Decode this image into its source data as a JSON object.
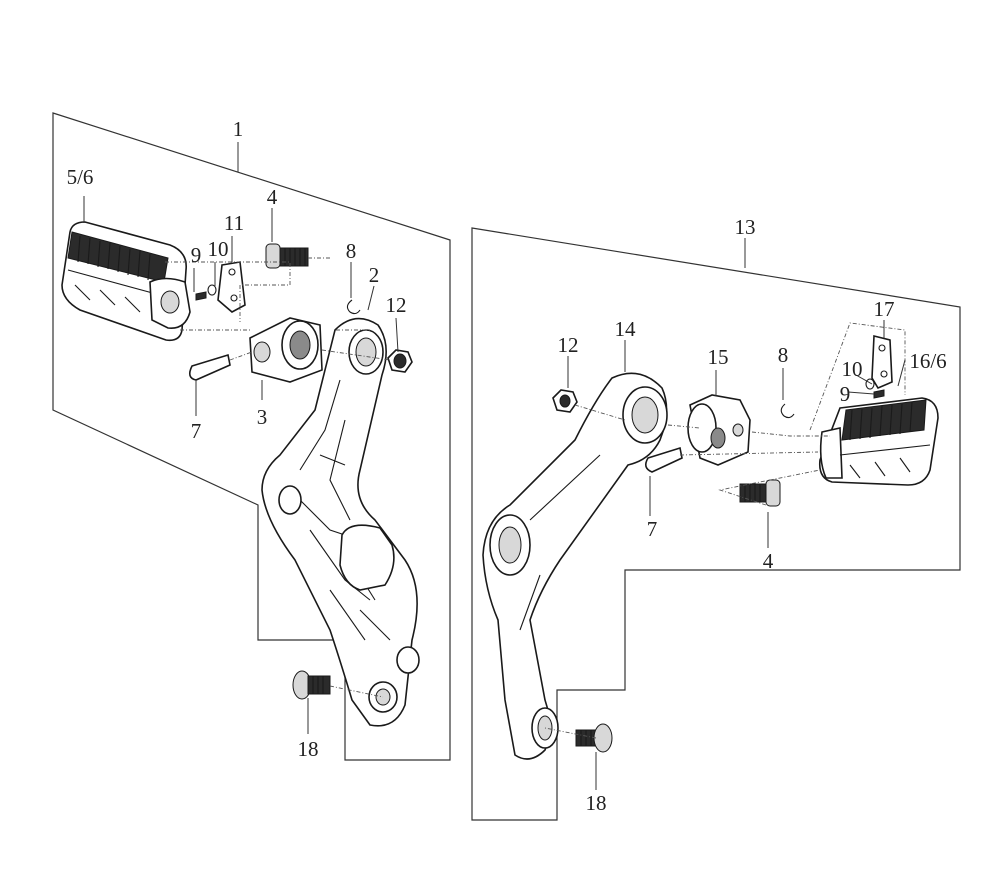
{
  "left_assembly": {
    "callouts": {
      "assembly": "1",
      "bracket": "2",
      "pivot_block": "3",
      "screw": "4",
      "footpeg": "5/6",
      "pin": "7",
      "clip": "8",
      "spring_pin": "9",
      "washer": "10",
      "plate": "11",
      "nut": "12",
      "bolt": "18"
    }
  },
  "right_assembly": {
    "callouts": {
      "assembly": "13",
      "bracket": "14",
      "pivot_block": "15",
      "screw": "4",
      "footpeg": "16/6",
      "pin": "7",
      "clip": "8",
      "spring_pin": "9",
      "washer": "10",
      "plate": "17",
      "nut": "12",
      "bolt": "18"
    }
  }
}
